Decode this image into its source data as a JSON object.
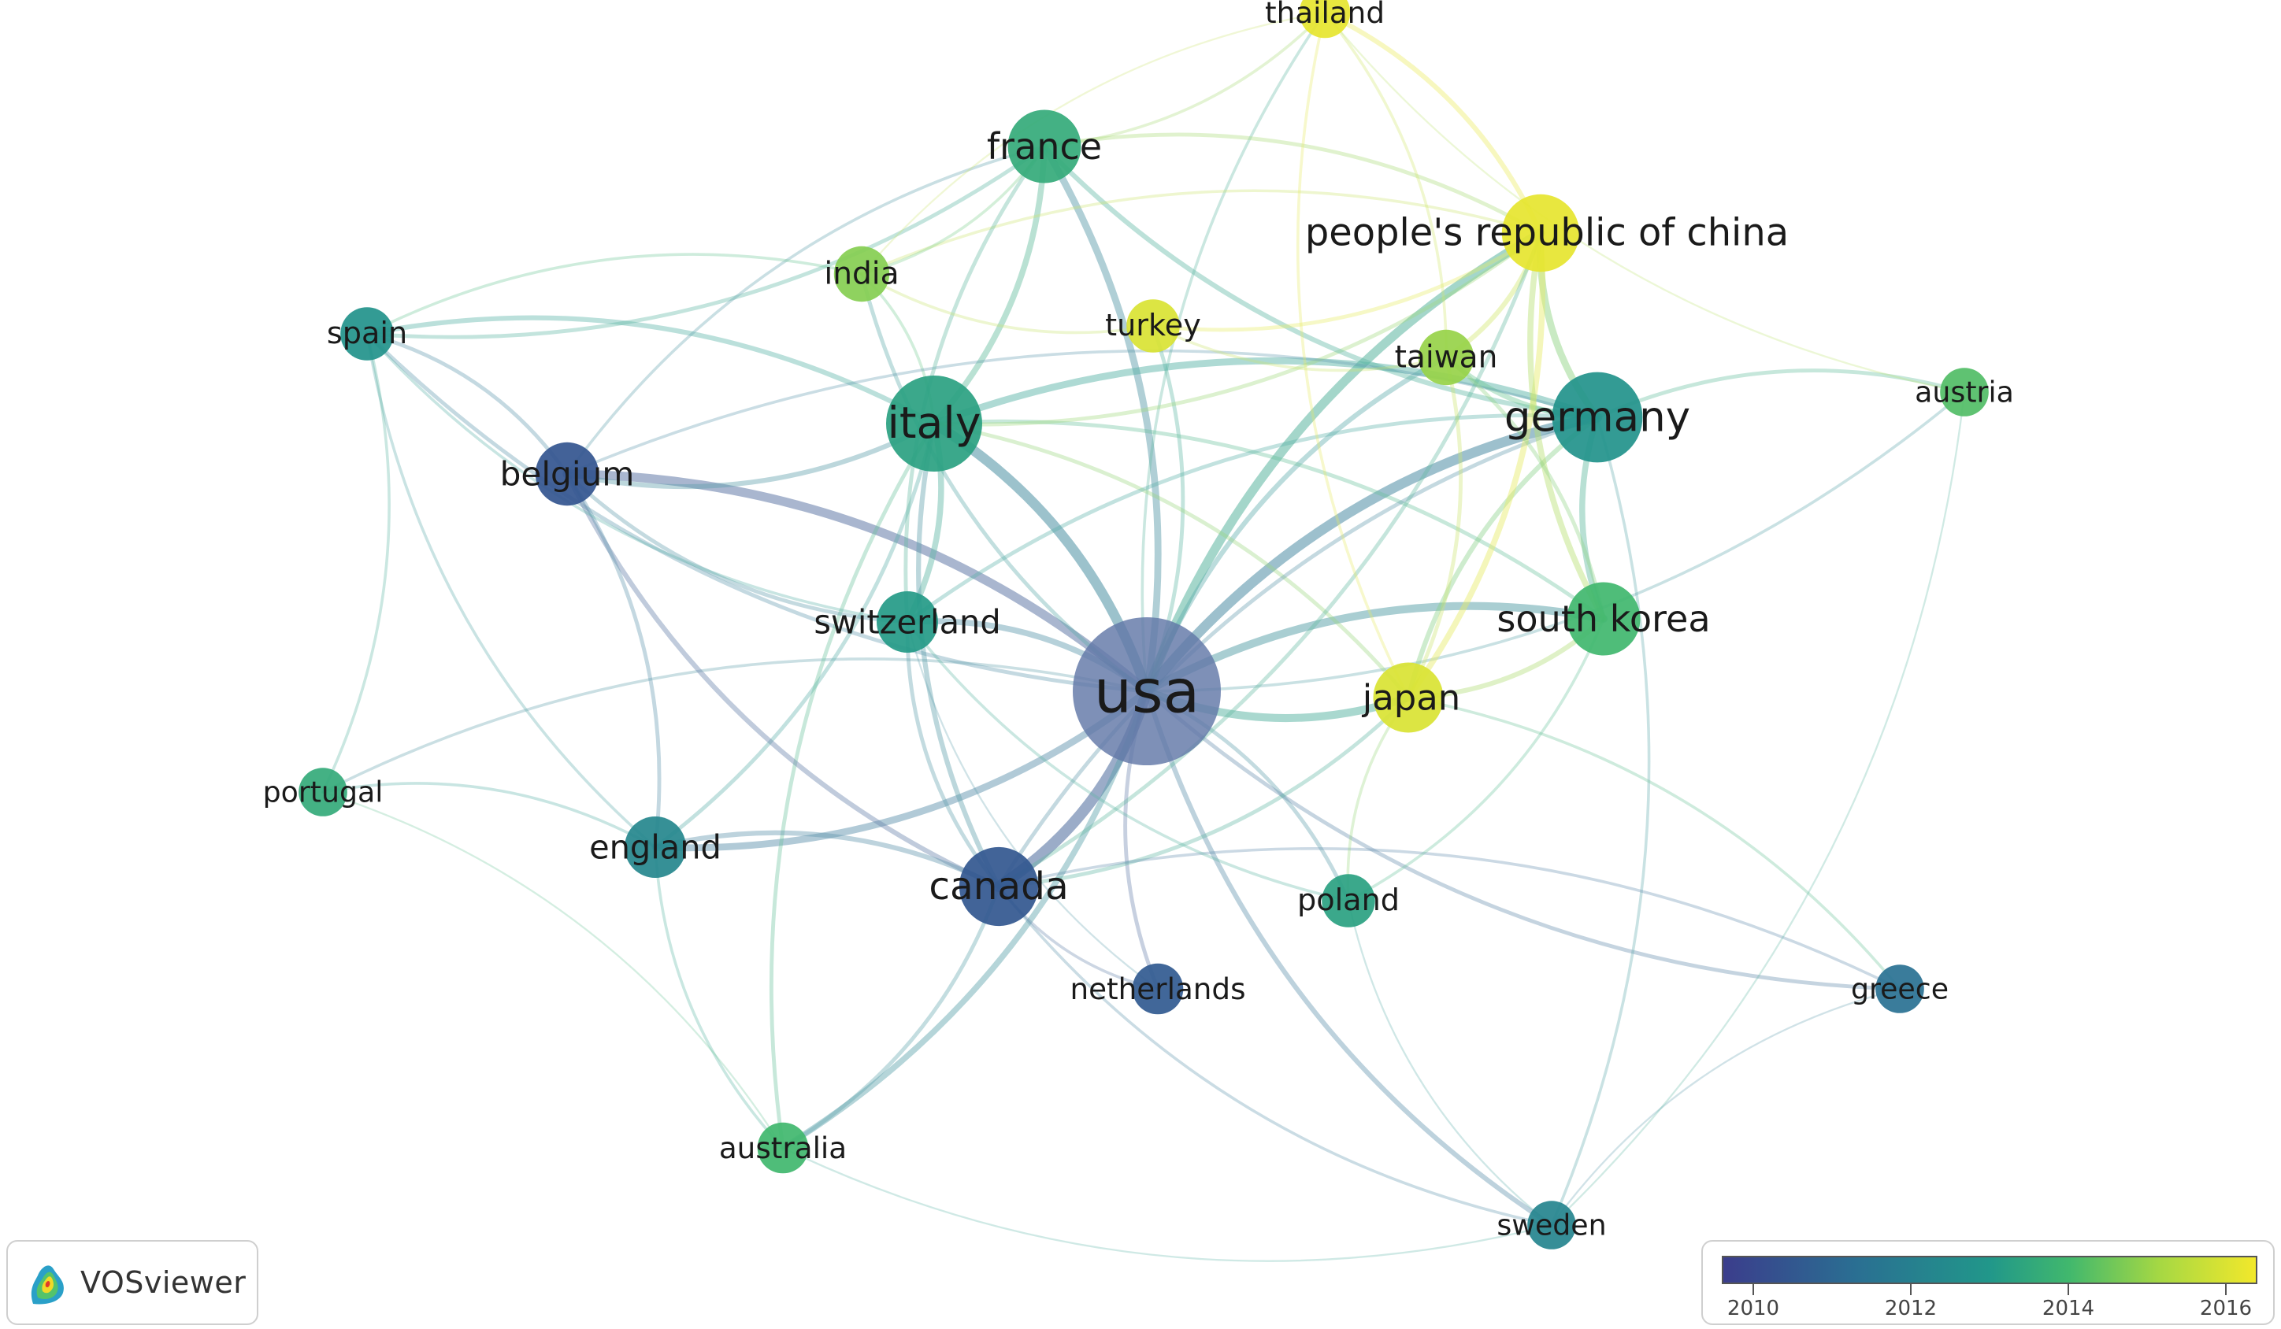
{
  "app": {
    "logo_text": "VOSviewer"
  },
  "legend": {
    "ticks": [
      {
        "label": "2010",
        "value": 2010
      },
      {
        "label": "2012",
        "value": 2012
      },
      {
        "label": "2014",
        "value": 2014
      },
      {
        "label": "2016",
        "value": 2016
      }
    ],
    "range": [
      2009.6,
      2016.4
    ]
  },
  "colors": {
    "y2010": "#3b3d8c",
    "y2012": "#2a6f92",
    "y2014": "#41b86d",
    "y2016": "#f2e82b"
  },
  "nodes": [
    {
      "id": "usa",
      "label": "usa",
      "year": 2010.3,
      "weight": 100
    },
    {
      "id": "italy",
      "label": "italy",
      "year": 2013.3,
      "weight": 38
    },
    {
      "id": "germany",
      "label": "germany",
      "year": 2012.8,
      "weight": 33
    },
    {
      "id": "canada",
      "label": "canada",
      "year": 2010.5,
      "weight": 24
    },
    {
      "id": "china",
      "label": "people's republic of china",
      "year": 2016.2,
      "weight": 23
    },
    {
      "id": "france",
      "label": "france",
      "year": 2013.6,
      "weight": 20
    },
    {
      "id": "south-korea",
      "label": "south korea",
      "year": 2014.0,
      "weight": 20
    },
    {
      "id": "japan",
      "label": "japan",
      "year": 2016.0,
      "weight": 18
    },
    {
      "id": "belgium",
      "label": "belgium",
      "year": 2010.4,
      "weight": 14
    },
    {
      "id": "switzerland",
      "label": "switzerland",
      "year": 2013.1,
      "weight": 13
    },
    {
      "id": "england",
      "label": "england",
      "year": 2012.3,
      "weight": 13
    },
    {
      "id": "india",
      "label": "india",
      "year": 2014.8,
      "weight": 10
    },
    {
      "id": "taiwan",
      "label": "taiwan",
      "year": 2015.0,
      "weight": 10
    },
    {
      "id": "turkey",
      "label": "turkey",
      "year": 2016.0,
      "weight": 9
    },
    {
      "id": "spain",
      "label": "spain",
      "year": 2012.8,
      "weight": 9
    },
    {
      "id": "poland",
      "label": "poland",
      "year": 2013.3,
      "weight": 9
    },
    {
      "id": "netherlands",
      "label": "netherlands",
      "year": 2010.6,
      "weight": 8
    },
    {
      "id": "thailand",
      "label": "thailand",
      "year": 2016.2,
      "weight": 8
    },
    {
      "id": "austria",
      "label": "austria",
      "year": 2014.2,
      "weight": 7
    },
    {
      "id": "portugal",
      "label": "portugal",
      "year": 2013.6,
      "weight": 7
    },
    {
      "id": "greece",
      "label": "greece",
      "year": 2011.4,
      "weight": 7
    },
    {
      "id": "australia",
      "label": "australia",
      "year": 2014.0,
      "weight": 8
    },
    {
      "id": "sweden",
      "label": "sweden",
      "year": 2012.2,
      "weight": 7
    }
  ],
  "links": [
    [
      "usa",
      "canada",
      10
    ],
    [
      "usa",
      "italy",
      9
    ],
    [
      "usa",
      "germany",
      9
    ],
    [
      "usa",
      "belgium",
      8
    ],
    [
      "usa",
      "china",
      8
    ],
    [
      "usa",
      "japan",
      7
    ],
    [
      "usa",
      "south-korea",
      7
    ],
    [
      "usa",
      "france",
      6
    ],
    [
      "usa",
      "england",
      6
    ],
    [
      "usa",
      "switzerland",
      5
    ],
    [
      "usa",
      "australia",
      5
    ],
    [
      "usa",
      "sweden",
      4
    ],
    [
      "usa",
      "taiwan",
      4
    ],
    [
      "usa",
      "turkey",
      3
    ],
    [
      "usa",
      "india",
      3
    ],
    [
      "usa",
      "netherlands",
      3
    ],
    [
      "usa",
      "poland",
      3
    ],
    [
      "usa",
      "greece",
      3
    ],
    [
      "usa",
      "spain",
      3
    ],
    [
      "usa",
      "portugal",
      2
    ],
    [
      "usa",
      "thailand",
      2
    ],
    [
      "usa",
      "austria",
      2
    ],
    [
      "italy",
      "germany",
      6
    ],
    [
      "italy",
      "france",
      5
    ],
    [
      "italy",
      "switzerland",
      5
    ],
    [
      "italy",
      "canada",
      4
    ],
    [
      "italy",
      "belgium",
      4
    ],
    [
      "italy",
      "spain",
      4
    ],
    [
      "italy",
      "south-korea",
      3
    ],
    [
      "italy",
      "china",
      3
    ],
    [
      "italy",
      "england",
      3
    ],
    [
      "italy",
      "australia",
      3
    ],
    [
      "italy",
      "japan",
      3
    ],
    [
      "italy",
      "india",
      2
    ],
    [
      "germany",
      "china",
      6
    ],
    [
      "germany",
      "south-korea",
      5
    ],
    [
      "germany",
      "france",
      4
    ],
    [
      "germany",
      "japan",
      4
    ],
    [
      "germany",
      "taiwan",
      4
    ],
    [
      "germany",
      "switzerland",
      3
    ],
    [
      "germany",
      "austria",
      3
    ],
    [
      "germany",
      "canada",
      3
    ],
    [
      "germany",
      "sweden",
      2
    ],
    [
      "germany",
      "belgium",
      2
    ],
    [
      "china",
      "japan",
      5
    ],
    [
      "china",
      "south-korea",
      5
    ],
    [
      "china",
      "taiwan",
      4
    ],
    [
      "china",
      "thailand",
      4
    ],
    [
      "china",
      "turkey",
      3
    ],
    [
      "china",
      "france",
      3
    ],
    [
      "china",
      "canada",
      3
    ],
    [
      "china",
      "india",
      2
    ],
    [
      "canada",
      "belgium",
      4
    ],
    [
      "canada",
      "england",
      4
    ],
    [
      "canada",
      "switzerland",
      3
    ],
    [
      "canada",
      "japan",
      3
    ],
    [
      "canada",
      "australia",
      3
    ],
    [
      "canada",
      "netherlands",
      2
    ],
    [
      "canada",
      "greece",
      2
    ],
    [
      "canada",
      "sweden",
      2
    ],
    [
      "france",
      "spain",
      3
    ],
    [
      "france",
      "switzerland",
      3
    ],
    [
      "france",
      "india",
      2
    ],
    [
      "france",
      "thailand",
      2
    ],
    [
      "south-korea",
      "japan",
      4
    ],
    [
      "south-korea",
      "taiwan",
      3
    ],
    [
      "south-korea",
      "poland",
      2
    ],
    [
      "japan",
      "taiwan",
      3
    ],
    [
      "japan",
      "greece",
      2
    ],
    [
      "japan",
      "poland",
      2
    ],
    [
      "japan",
      "thailand",
      2
    ],
    [
      "belgium",
      "spain",
      3
    ],
    [
      "belgium",
      "england",
      3
    ],
    [
      "belgium",
      "switzerland",
      3
    ],
    [
      "belgium",
      "france",
      2
    ],
    [
      "england",
      "australia",
      2
    ],
    [
      "england",
      "spain",
      2
    ],
    [
      "england",
      "portugal",
      2
    ],
    [
      "spain",
      "portugal",
      2
    ],
    [
      "spain",
      "switzerland",
      2
    ],
    [
      "spain",
      "india",
      2
    ],
    [
      "taiwan",
      "thailand",
      2
    ],
    [
      "taiwan",
      "turkey",
      2
    ],
    [
      "india",
      "turkey",
      2
    ],
    [
      "poland",
      "switzerland",
      2
    ],
    [
      "greece",
      "sweden",
      1
    ],
    [
      "austria",
      "sweden",
      1
    ],
    [
      "australia",
      "sweden",
      1
    ],
    [
      "portugal",
      "australia",
      1
    ],
    [
      "thailand",
      "austria",
      1
    ],
    [
      "netherlands",
      "switzerland",
      1
    ],
    [
      "poland",
      "sweden",
      1
    ],
    [
      "india",
      "thailand",
      1
    ]
  ]
}
